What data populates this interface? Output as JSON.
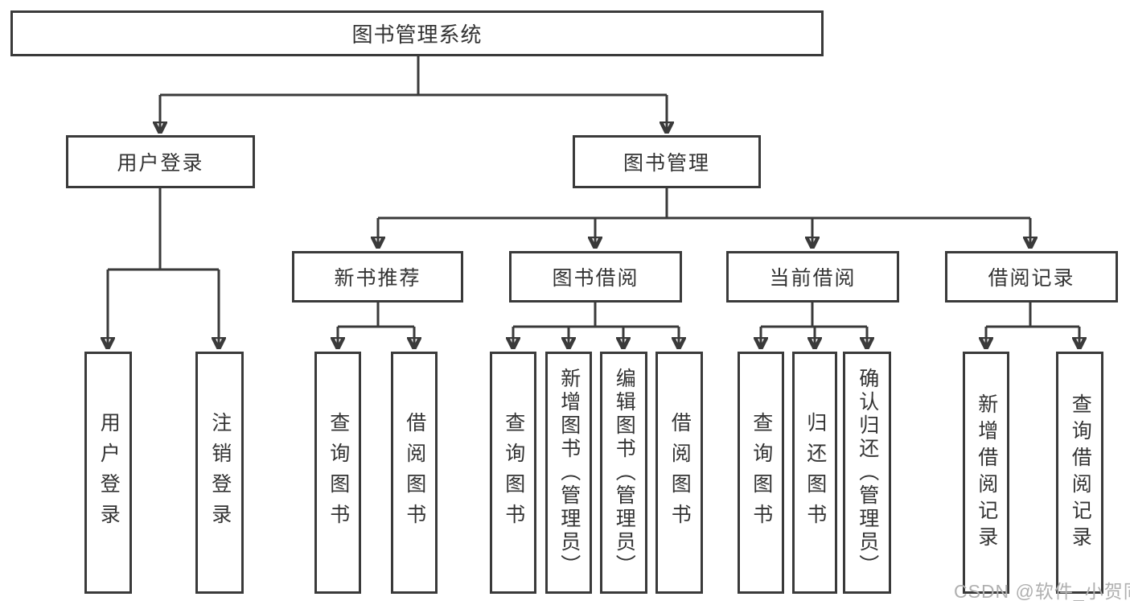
{
  "tree": {
    "label": "图书管理系统",
    "children": [
      {
        "label": "用户登录",
        "children": [
          {
            "label": "用户登录"
          },
          {
            "label": "注销登录"
          }
        ]
      },
      {
        "label": "图书管理",
        "children": [
          {
            "label": "新书推荐",
            "children": [
              {
                "label": "查询图书"
              },
              {
                "label": "借阅图书"
              }
            ]
          },
          {
            "label": "图书借阅",
            "children": [
              {
                "label": "查询图书"
              },
              {
                "label": "新增图书（管理员）"
              },
              {
                "label": "编辑图书（管理员）"
              },
              {
                "label": "借阅图书"
              }
            ]
          },
          {
            "label": "当前借阅",
            "children": [
              {
                "label": "查询图书"
              },
              {
                "label": "归还图书"
              },
              {
                "label": "确认归还（管理员）"
              }
            ]
          },
          {
            "label": "借阅记录",
            "children": [
              {
                "label": "新增借阅记录"
              },
              {
                "label": "查询借阅记录"
              }
            ]
          }
        ]
      }
    ]
  },
  "watermark": {
    "text": "CSDN @软件_小贺同学"
  },
  "colors": {
    "line": "#3a3a3a",
    "box_border": "#3a3a3a",
    "text": "#333333",
    "watermark": "#b0b0b0",
    "background": "#ffffff"
  }
}
